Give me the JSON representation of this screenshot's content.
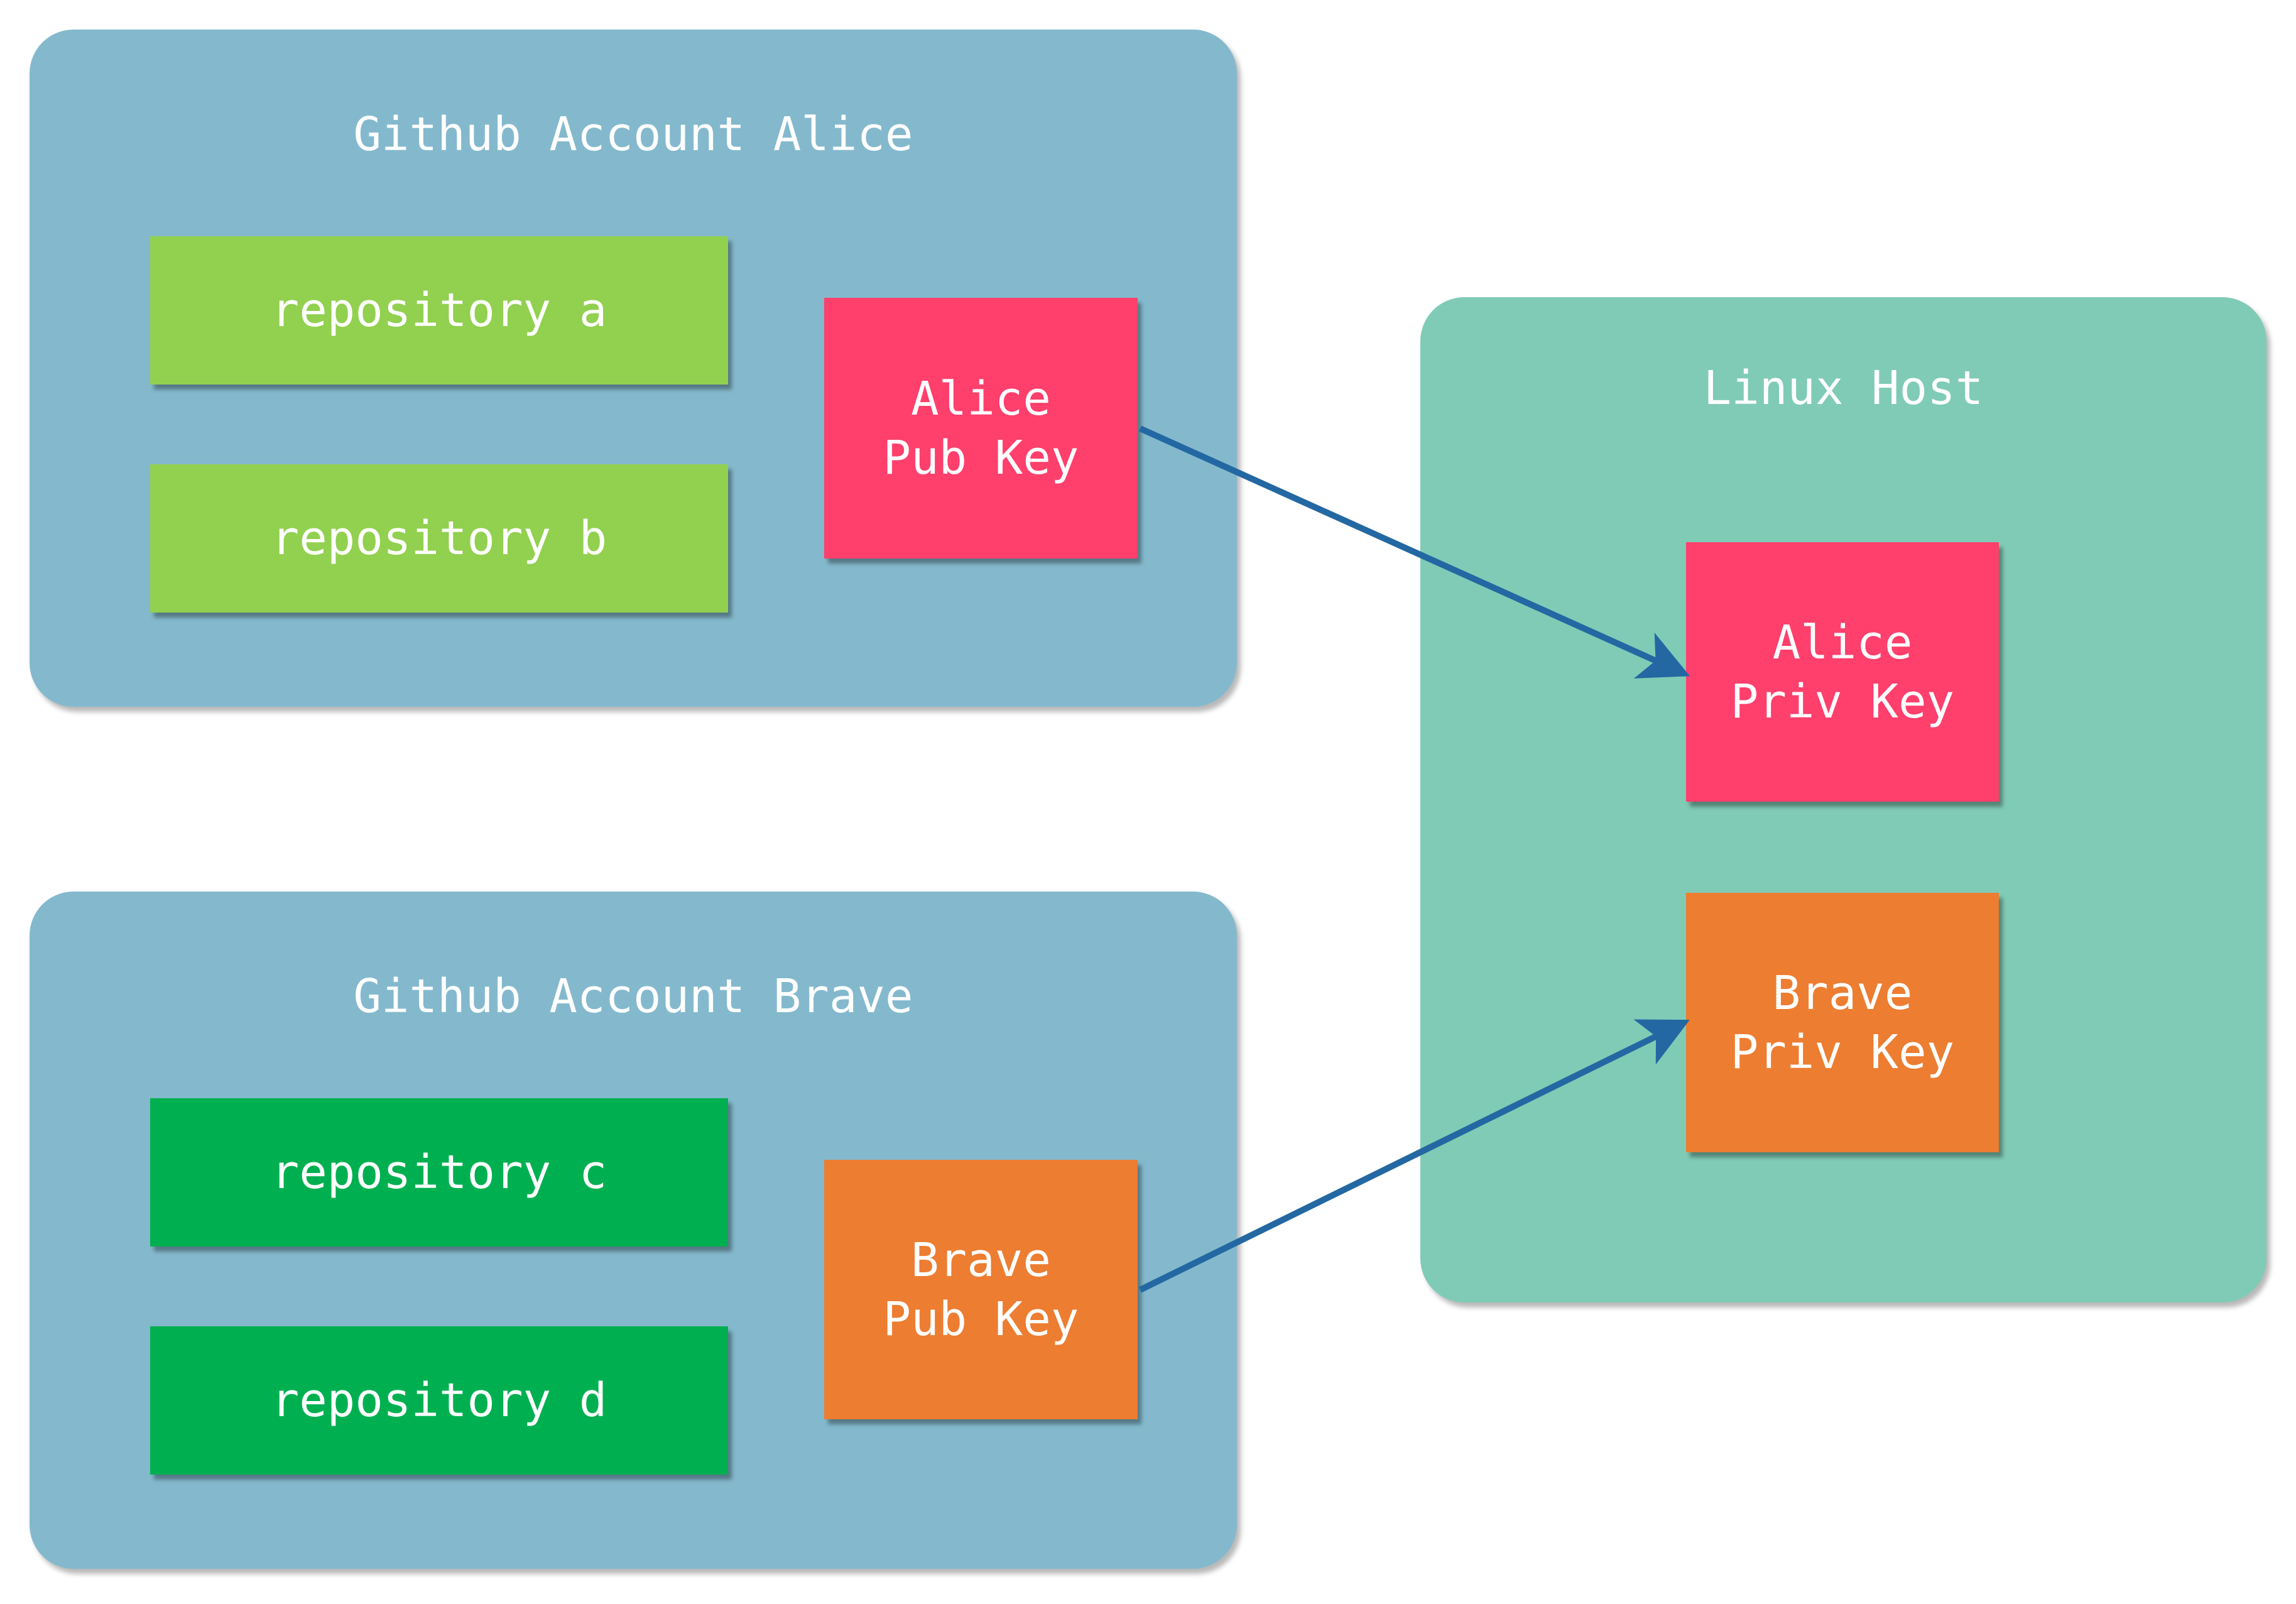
{
  "colors": {
    "account_panel": "#84b9cd",
    "host_panel": "#80cbb6",
    "repo_light_green": "#92d050",
    "repo_green": "#00b050",
    "key_pink": "#ff3f6c",
    "key_orange": "#ed7d31",
    "arrow": "#2368a2"
  },
  "accounts": [
    {
      "title": "Github Account Alice",
      "repositories": [
        "repository a",
        "repository b"
      ],
      "pub_key": {
        "line1": "Alice",
        "line2": "Pub Key"
      }
    },
    {
      "title": "Github Account Brave",
      "repositories": [
        "repository c",
        "repository d"
      ],
      "pub_key": {
        "line1": "Brave",
        "line2": "Pub Key"
      }
    }
  ],
  "host": {
    "title": "Linux Host",
    "priv_keys": [
      {
        "line1": "Alice",
        "line2": "Priv Key"
      },
      {
        "line1": "Brave",
        "line2": "Priv Key"
      }
    ]
  }
}
